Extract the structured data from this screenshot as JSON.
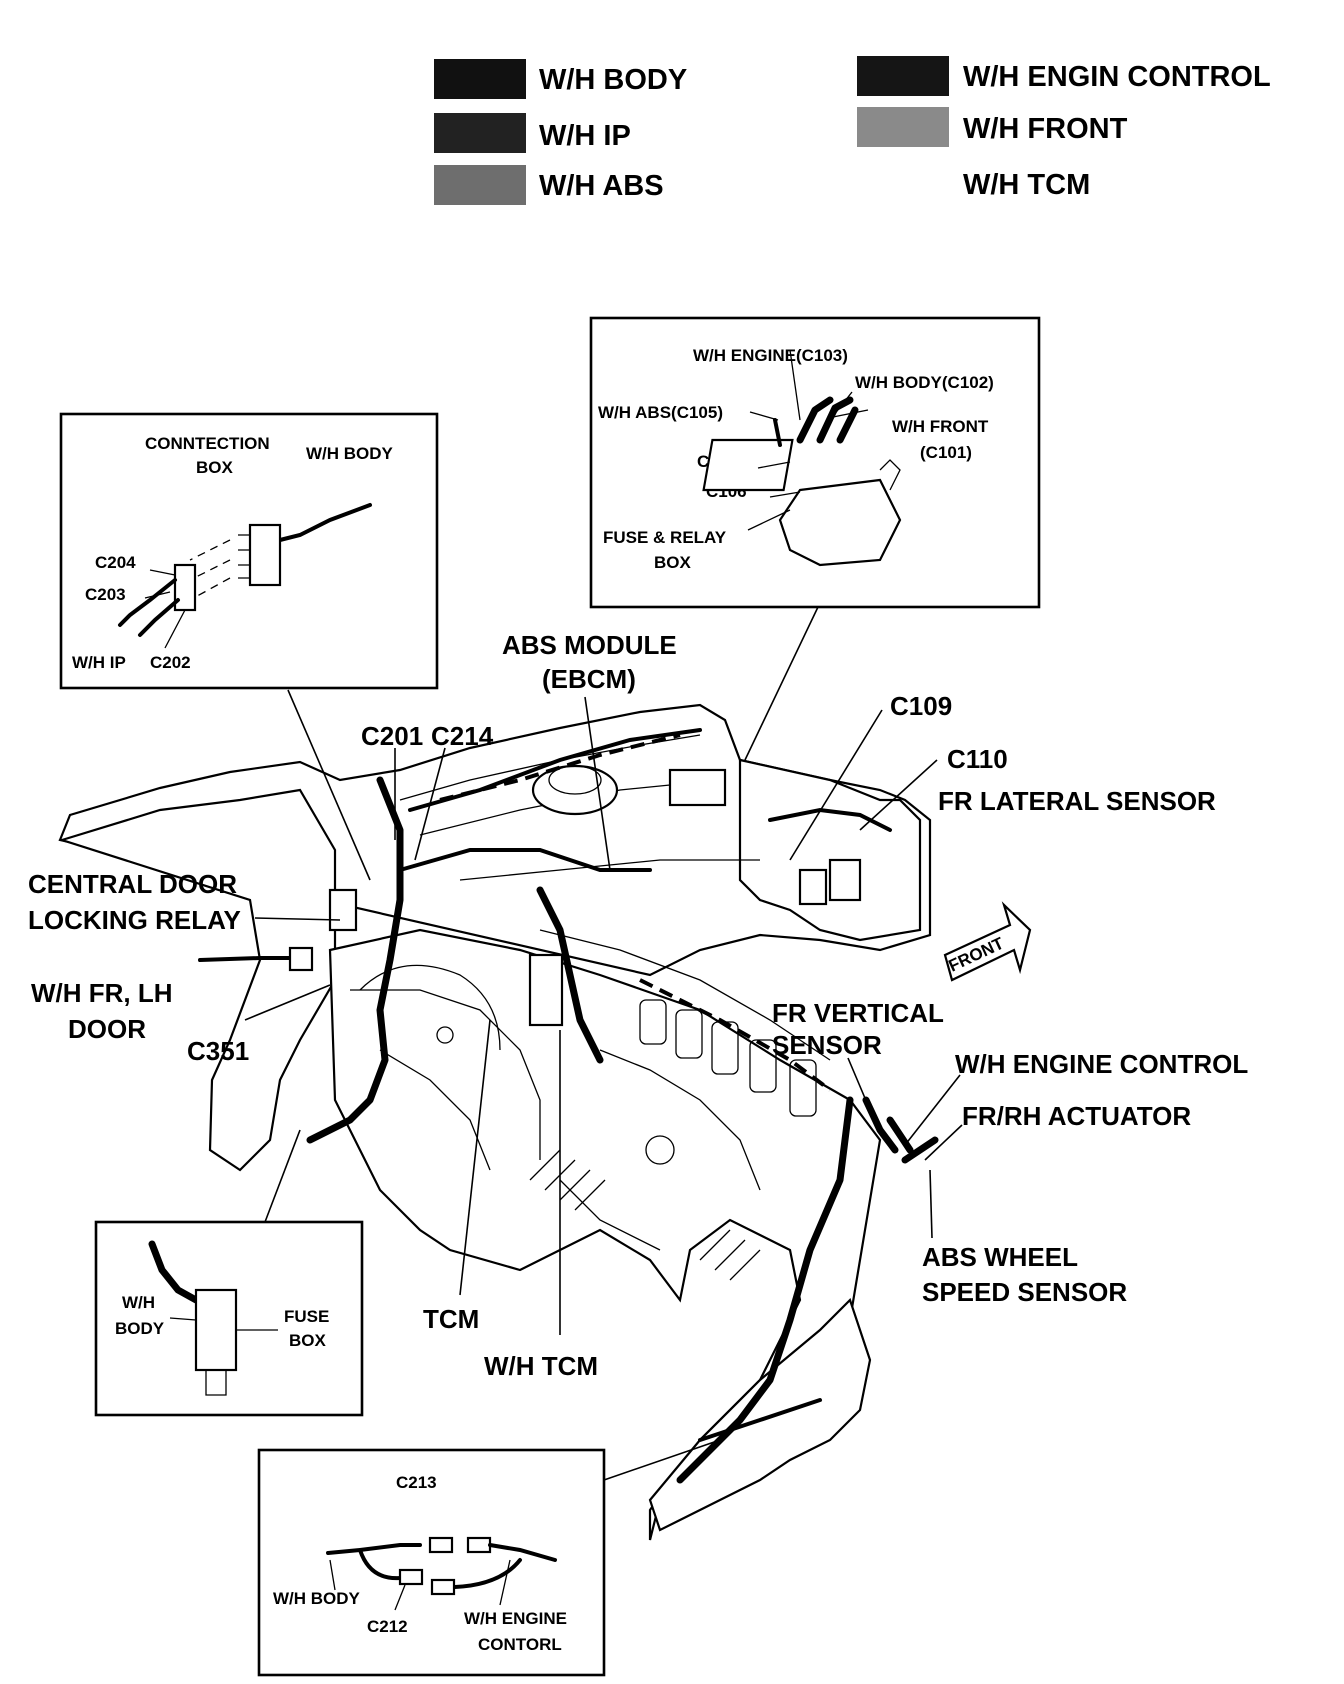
{
  "legend": {
    "items": [
      {
        "label": "W/H BODY",
        "swatch": "#111111"
      },
      {
        "label": "W/H IP",
        "swatch": "#222222"
      },
      {
        "label": "W/H ABS",
        "swatch": "#6e6e6e"
      },
      {
        "label": "W/H ENGIN CONTROL",
        "swatch": "#151515"
      },
      {
        "label": "W/H FRONT",
        "swatch": "#8a8a8a"
      },
      {
        "label": "W/H TCM",
        "swatch": "none"
      }
    ]
  },
  "inset_connection_box": {
    "title_line1": "CONNTECTION",
    "title_line2": "BOX",
    "wh_body": "W/H BODY",
    "c204": "C204",
    "c203": "C203",
    "wh_ip": "W/H IP",
    "c202": "C202"
  },
  "inset_fuse_relay": {
    "wh_engine": "W/H ENGINE(C103)",
    "wh_body": "W/H BODY(C102)",
    "wh_abs": "W/H ABS(C105)",
    "wh_front_line1": "W/H FRONT",
    "wh_front_line2": "(C101)",
    "c104": "C104",
    "c106": "C106",
    "fuse_relay_line1": "FUSE & RELAY",
    "fuse_relay_line2": "BOX"
  },
  "inset_fuse_box": {
    "wh_body_line1": "W/H",
    "wh_body_line2": "BODY",
    "fuse_line1": "FUSE",
    "fuse_line2": "BOX"
  },
  "inset_c212": {
    "c213": "C213",
    "wh_body": "W/H BODY",
    "c212": "C212",
    "wh_engine_line1": "W/H ENGINE",
    "wh_engine_line2": "CONTORL"
  },
  "callouts": {
    "abs_module_line1": "ABS MODULE",
    "abs_module_line2": "(EBCM)",
    "c201": "C201",
    "c214": "C214",
    "c109": "C109",
    "c110": "C110",
    "fr_lateral": "FR LATERAL SENSOR",
    "central_door_line1": "CENTRAL DOOR",
    "central_door_line2": "LOCKING RELAY",
    "wh_fr_lh_line1": "W/H FR, LH",
    "wh_fr_lh_line2": "DOOR",
    "c351": "C351",
    "fr_vertical_line1": "FR VERTICAL",
    "fr_vertical_line2": "SENSOR",
    "wh_engine_control": "W/H ENGINE CONTROL",
    "fr_rh_actuator": "FR/RH ACTUATOR",
    "abs_wheel_line1": "ABS WHEEL",
    "abs_wheel_line2": "SPEED SENSOR",
    "tcm": "TCM",
    "wh_tcm": "W/H TCM",
    "front_arrow": "FRONT"
  }
}
